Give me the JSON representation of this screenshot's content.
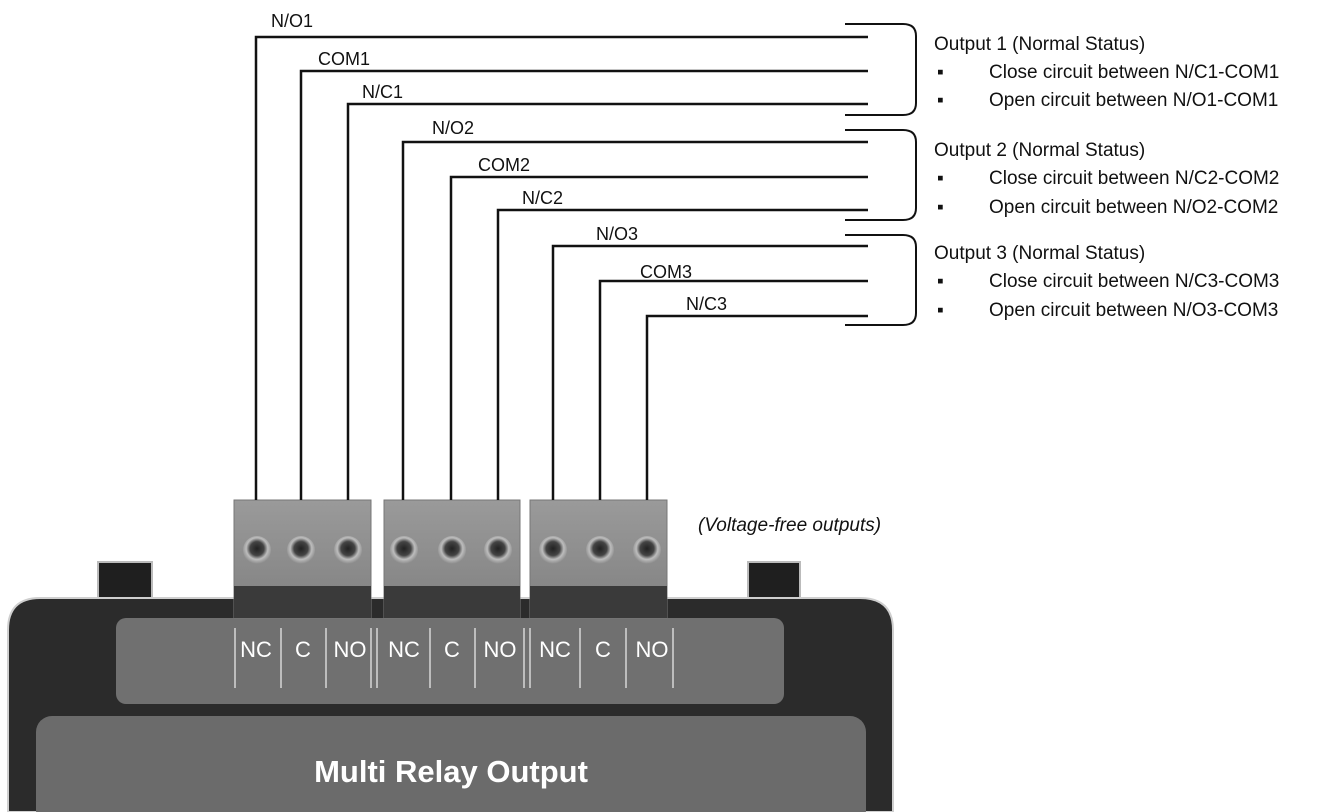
{
  "wires": [
    {
      "label": "N/O1"
    },
    {
      "label": "COM1"
    },
    {
      "label": "N/C1"
    },
    {
      "label": "N/O2"
    },
    {
      "label": "COM2"
    },
    {
      "label": "N/C2"
    },
    {
      "label": "N/O3"
    },
    {
      "label": "COM3"
    },
    {
      "label": "N/C3"
    }
  ],
  "outputs": [
    {
      "title": "Output 1 (Normal Status)",
      "items": [
        "Close circuit between N/C1-COM1",
        "Open circuit between N/O1-COM1"
      ]
    },
    {
      "title": "Output 2 (Normal Status)",
      "items": [
        "Close circuit between N/C2-COM2",
        "Open circuit between N/O2-COM2"
      ]
    },
    {
      "title": "Output 3 (Normal Status)",
      "items": [
        "Close circuit between N/C3-COM3",
        "Open circuit between N/O3-COM3"
      ]
    }
  ],
  "bullet": "▪",
  "note": "(Voltage-free outputs)",
  "terminal_labels": [
    "NC",
    "C",
    "NO",
    "NC",
    "C",
    "NO",
    "NC",
    "C",
    "NO"
  ],
  "device_title": "Multi Relay Output",
  "colors": {
    "device_body": "#2b2b2b",
    "terminal_panel": "#707070",
    "terminal_block": "#8a8a8a",
    "wire": "#111111"
  }
}
